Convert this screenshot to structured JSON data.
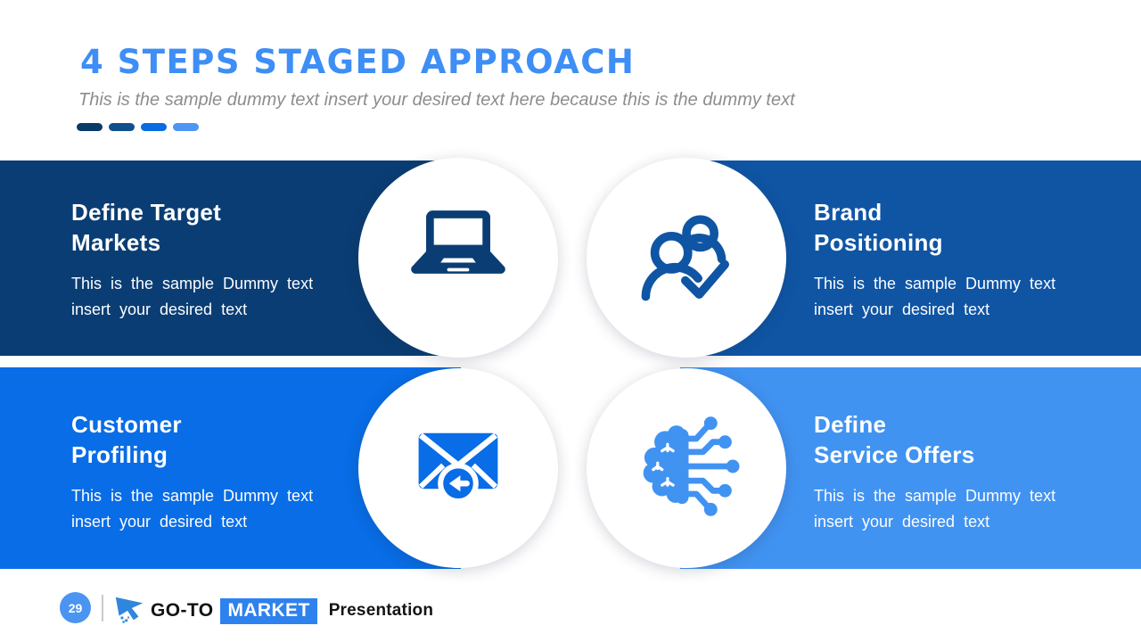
{
  "header": {
    "title": "4 STEPS STAGED APPROACH",
    "title_color": "#3e8ef5",
    "subtitle": "This is the sample dummy text insert your desired text here because this is the dummy text",
    "dash_colors": [
      "#0c3a67",
      "#0f4f8d",
      "#0a6ce0",
      "#4d96f5"
    ]
  },
  "steps": [
    {
      "name": "define-target-markets",
      "heading_line1": "Define Target",
      "heading_line2": "Markets",
      "body": "This is the sample Dummy text insert your desired text",
      "color": "#0a3d73",
      "icon": "laptop-icon"
    },
    {
      "name": "brand-positioning",
      "heading_line1": "Brand",
      "heading_line2": "Positioning",
      "body": "This is the sample Dummy text insert your desired text",
      "color": "#0f55a4",
      "icon": "people-check-icon"
    },
    {
      "name": "customer-profiling",
      "heading_line1": "Customer",
      "heading_line2": "Profiling",
      "body": "This is the sample Dummy text insert your desired text",
      "color": "#086de6",
      "icon": "mail-arrow-icon"
    },
    {
      "name": "define-service-offers",
      "heading_line1": "Define",
      "heading_line2": "Service Offers",
      "body": "This is the sample Dummy text insert your desired text",
      "color": "#4193f2",
      "icon": "ai-brain-icon"
    }
  ],
  "footer": {
    "page_number": "29",
    "brand_go_to": "GO-TO",
    "brand_market": "MARKET",
    "brand_suffix": "Presentation",
    "badge_color": "#4a94f2",
    "market_bg": "#2e82ee",
    "logo_color": "#2f86dd"
  }
}
